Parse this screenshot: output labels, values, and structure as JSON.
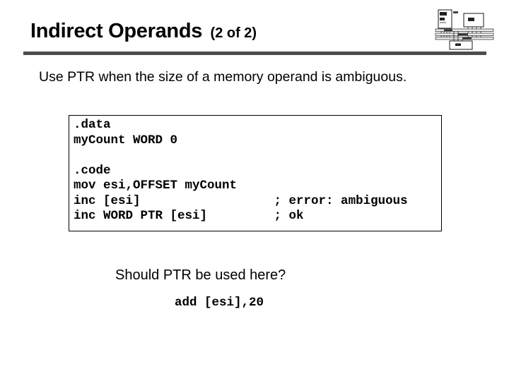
{
  "slide": {
    "title": "Indirect Operands",
    "title_suffix": "(2 of 2)",
    "subtitle": "Use PTR when the size of a memory operand is ambiguous.",
    "question": "Should PTR be used here?",
    "footer_code": "add [esi],20"
  },
  "code_block": {
    "text": ".data\nmyCount WORD 0\n\n.code\nmov esi,OFFSET myCount\ninc [esi]                  ; error: ambiguous\ninc WORD PTR [esi]         ; ok"
  },
  "icons": {
    "logo": "computer-architecture-diagram"
  },
  "colors": {
    "background": "#ffffff",
    "text": "#000000",
    "rule": "#4d4d4d",
    "code_border": "#000000"
  }
}
